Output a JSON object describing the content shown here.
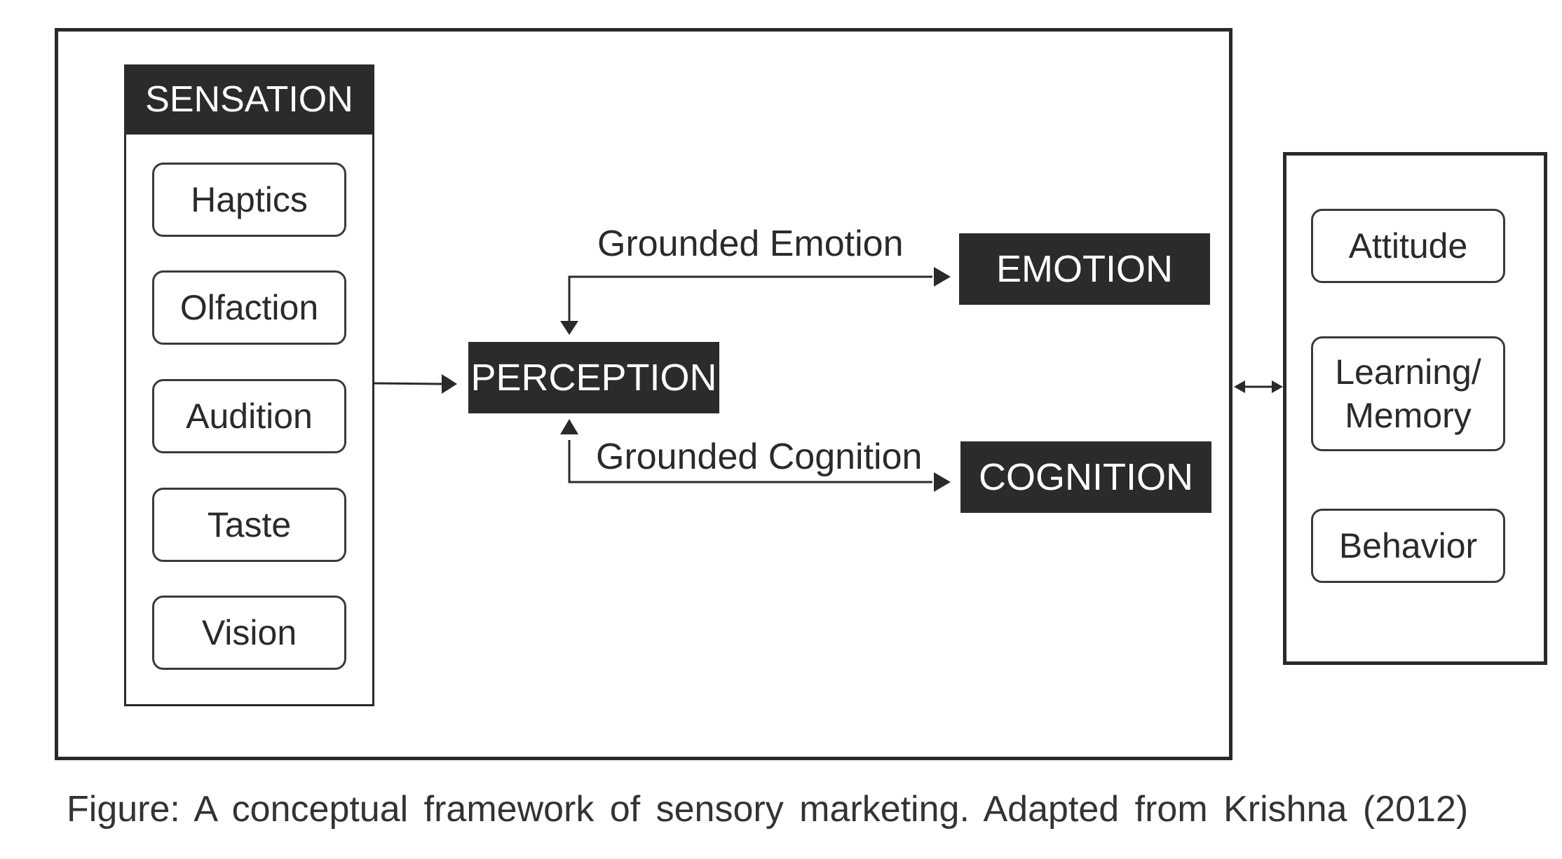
{
  "sensation": {
    "title": "SENSATION",
    "items": [
      "Haptics",
      "Olfaction",
      "Audition",
      "Taste",
      "Vision"
    ]
  },
  "perception": "PERCEPTION",
  "emotion": "EMOTION",
  "cognition": "COGNITION",
  "grounded_emotion": "Grounded Emotion",
  "grounded_cognition": "Grounded Cognition",
  "outcomes": {
    "attitude": "Attitude",
    "learning_line1": "Learning/",
    "learning_line2": "Memory",
    "behavior": "Behavior"
  },
  "caption": "Figure: A conceptual framework of sensory marketing. Adapted from Krishna (2012)"
}
